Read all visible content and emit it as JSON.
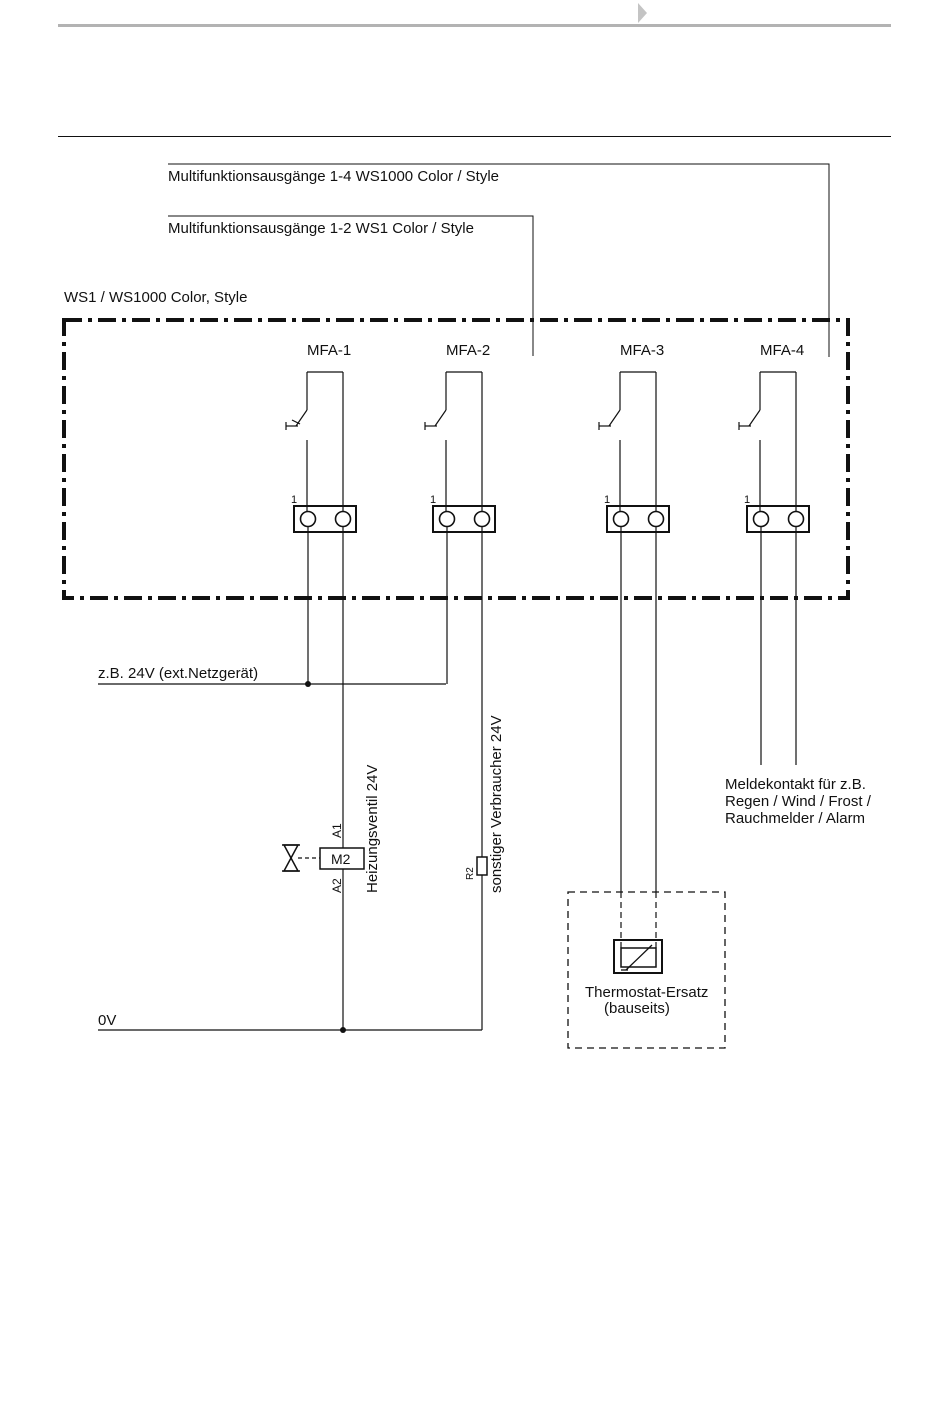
{
  "labels": {
    "bus_1_4": "Multifunktionsausgänge 1-4 WS1000 Color / Style",
    "bus_1_2": "Multifunktionsausgänge 1-2  WS1 Color / Style",
    "device": "WS1 / WS1000 Color, Style",
    "supply_24v": "z.B. 24V (ext.Netzgerät)",
    "zero_v": "0V",
    "valve": "Heizungsventil 24V",
    "consumer": "sonstiger Verbraucher 24V",
    "thermostat": "Thermostat-Ersatz",
    "thermostat_sub": "(bauseits)",
    "signal_line1": "Meldekontakt für z.B.",
    "signal_line2": "Regen / Wind / Frost /",
    "signal_line3": "Rauchmelder / Alarm"
  },
  "outputs": [
    {
      "name": "MFA-1",
      "pin": "1"
    },
    {
      "name": "MFA-2",
      "pin": "1"
    },
    {
      "name": "MFA-3",
      "pin": "1"
    },
    {
      "name": "MFA-4",
      "pin": "1"
    }
  ],
  "components": {
    "motor": "M2",
    "a1": "A1",
    "a2": "A2",
    "resistor": "R2"
  }
}
